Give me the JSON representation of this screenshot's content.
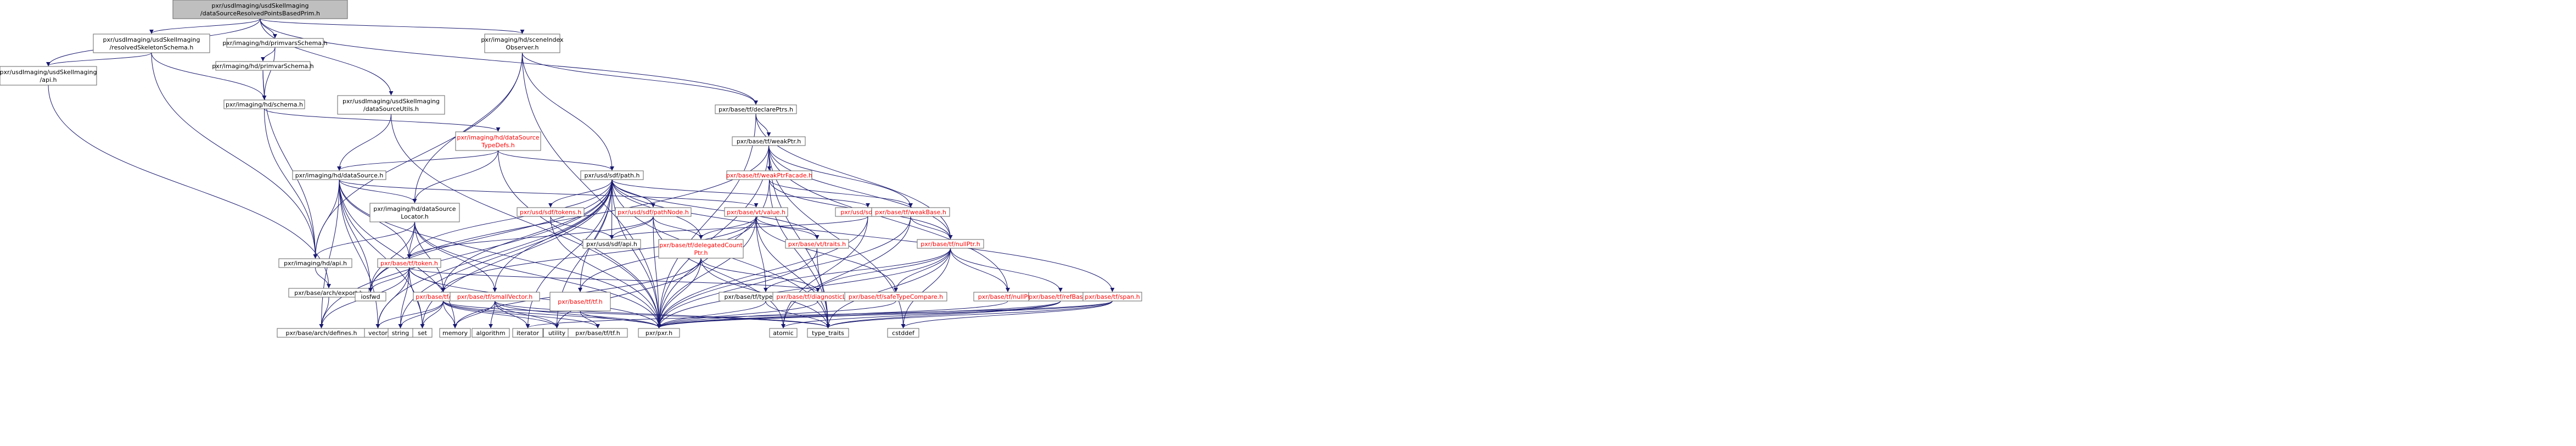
{
  "colors": {
    "node_fill": "#ffffff",
    "node_stroke": "#666666",
    "root_fill": "#bfbfbf",
    "root_stroke": "#000000",
    "edge": "#191970",
    "missing_text": "#ff0000"
  },
  "nodes": [
    {
      "id": "root",
      "lines": [
        "pxr/usdImaging/usdSkelImaging",
        "/dataSourceResolvedPointsBasedPrim.h"
      ],
      "root": true
    },
    {
      "id": "skelschema",
      "lines": [
        "pxr/usdImaging/usdSkelImaging",
        "/resolvedSkeletonSchema.h"
      ]
    },
    {
      "id": "primvarsh",
      "lines": [
        "pxr/imaging/hd/primvarsSchema.h"
      ]
    },
    {
      "id": "sceneobs",
      "lines": [
        "pxr/imaging/hd/sceneIndex",
        "Observer.h"
      ]
    },
    {
      "id": "skelapi",
      "lines": [
        "pxr/usdImaging/usdSkelImaging",
        "/api.h"
      ]
    },
    {
      "id": "primvarh",
      "lines": [
        "pxr/imaging/hd/primvarSchema.h"
      ]
    },
    {
      "id": "dsutils",
      "lines": [
        "pxr/usdImaging/usdSkelImaging",
        "/dataSourceUtils.h"
      ]
    },
    {
      "id": "hdschema",
      "lines": [
        "pxr/imaging/hd/schema.h"
      ]
    },
    {
      "id": "declareptrs",
      "lines": [
        "pxr/base/tf/declarePtrs.h"
      ]
    },
    {
      "id": "dstypedefs",
      "lines": [
        "pxr/imaging/hd/dataSource",
        "TypeDefs.h"
      ],
      "red": true
    },
    {
      "id": "weakptr",
      "lines": [
        "pxr/base/tf/weakPtr.h"
      ]
    },
    {
      "id": "hdds",
      "lines": [
        "pxr/imaging/hd/dataSource.h"
      ]
    },
    {
      "id": "sdfpath",
      "lines": [
        "pxr/usd/sdf/path.h"
      ]
    },
    {
      "id": "weakptrfacade",
      "lines": [
        "pxr/base/tf/weakPtrFacade.h"
      ],
      "red": true
    },
    {
      "id": "dslocator",
      "lines": [
        "pxr/imaging/hd/dataSource",
        "Locator.h"
      ]
    },
    {
      "id": "sdftokens",
      "lines": [
        "pxr/usd/sdf/tokens.h"
      ],
      "red": true
    },
    {
      "id": "pathnode",
      "lines": [
        "pxr/usd/sdf/pathNode.h"
      ],
      "red": true
    },
    {
      "id": "vtvalue",
      "lines": [
        "pxr/base/vt/value.h"
      ],
      "red": true
    },
    {
      "id": "sdfpool",
      "lines": [
        "pxr/usd/sdf/pool.h"
      ],
      "red": true
    },
    {
      "id": "weakbase",
      "lines": [
        "pxr/base/tf/weakBase.h"
      ],
      "red": true
    },
    {
      "id": "sdfapi",
      "lines": [
        "pxr/usd/sdf/api.h"
      ]
    },
    {
      "id": "delegated",
      "lines": [
        "pxr/base/tf/delegatedCount",
        "Ptr.h"
      ],
      "red": true
    },
    {
      "id": "vttraits",
      "lines": [
        "pxr/base/vt/traits.h"
      ],
      "red": true
    },
    {
      "id": "nullptr",
      "lines": [
        "pxr/base/tf/nullPtr.h"
      ],
      "red": true
    },
    {
      "id": "hdapi",
      "lines": [
        "pxr/imaging/hd/api.h"
      ]
    },
    {
      "id": "tftoken",
      "lines": [
        "pxr/base/tf/token.h"
      ],
      "red": true
    },
    {
      "id": "archexport",
      "lines": [
        "pxr/base/arch/export.h"
      ]
    },
    {
      "id": "iosfwd",
      "lines": [
        "iosfwd"
      ]
    },
    {
      "id": "tfhash",
      "lines": [
        "pxr/base/tf/hash.h"
      ],
      "red": true
    },
    {
      "id": "smallvector",
      "lines": [
        "pxr/base/tf/smallVector.h"
      ],
      "red": true
    },
    {
      "id": "tftf",
      "lines": [
        "pxr/base/tf/tf.h"
      ],
      "red": true
    },
    {
      "id": "typefunctions",
      "lines": [
        "pxr/base/tf/typeFunctions.h"
      ]
    },
    {
      "id": "diaglite",
      "lines": [
        "pxr/base/tf/diagnosticLite.h"
      ],
      "red": true
    },
    {
      "id": "safetype",
      "lines": [
        "pxr/base/tf/safeTypeCompare.h"
      ],
      "red": true
    },
    {
      "id": "tfnullptr",
      "lines": [
        "pxr/base/tf/nullPtr.h"
      ],
      "red": true
    },
    {
      "id": "refbase",
      "lines": [
        "pxr/base/tf/refBase.h"
      ],
      "red": true
    },
    {
      "id": "tfspan",
      "lines": [
        "pxr/base/tf/span.h"
      ],
      "red": true
    },
    {
      "id": "archdefines",
      "lines": [
        "pxr/base/arch/defines.h"
      ]
    },
    {
      "id": "vector",
      "lines": [
        "vector"
      ]
    },
    {
      "id": "string",
      "lines": [
        "string"
      ]
    },
    {
      "id": "set",
      "lines": [
        "set"
      ]
    },
    {
      "id": "memory",
      "lines": [
        "memory"
      ]
    },
    {
      "id": "algorithm",
      "lines": [
        "algorithm"
      ]
    },
    {
      "id": "iterator",
      "lines": [
        "iterator"
      ]
    },
    {
      "id": "utility",
      "lines": [
        "utility"
      ]
    },
    {
      "id": "tftfh",
      "lines": [
        "pxr/base/tf/tf.h"
      ]
    },
    {
      "id": "pxrh",
      "lines": [
        "pxr/pxr.h"
      ]
    },
    {
      "id": "atomic",
      "lines": [
        "atomic"
      ]
    },
    {
      "id": "typetraits",
      "lines": [
        "type_traits"
      ]
    },
    {
      "id": "cstddef",
      "lines": [
        "cstddef"
      ]
    }
  ]
}
